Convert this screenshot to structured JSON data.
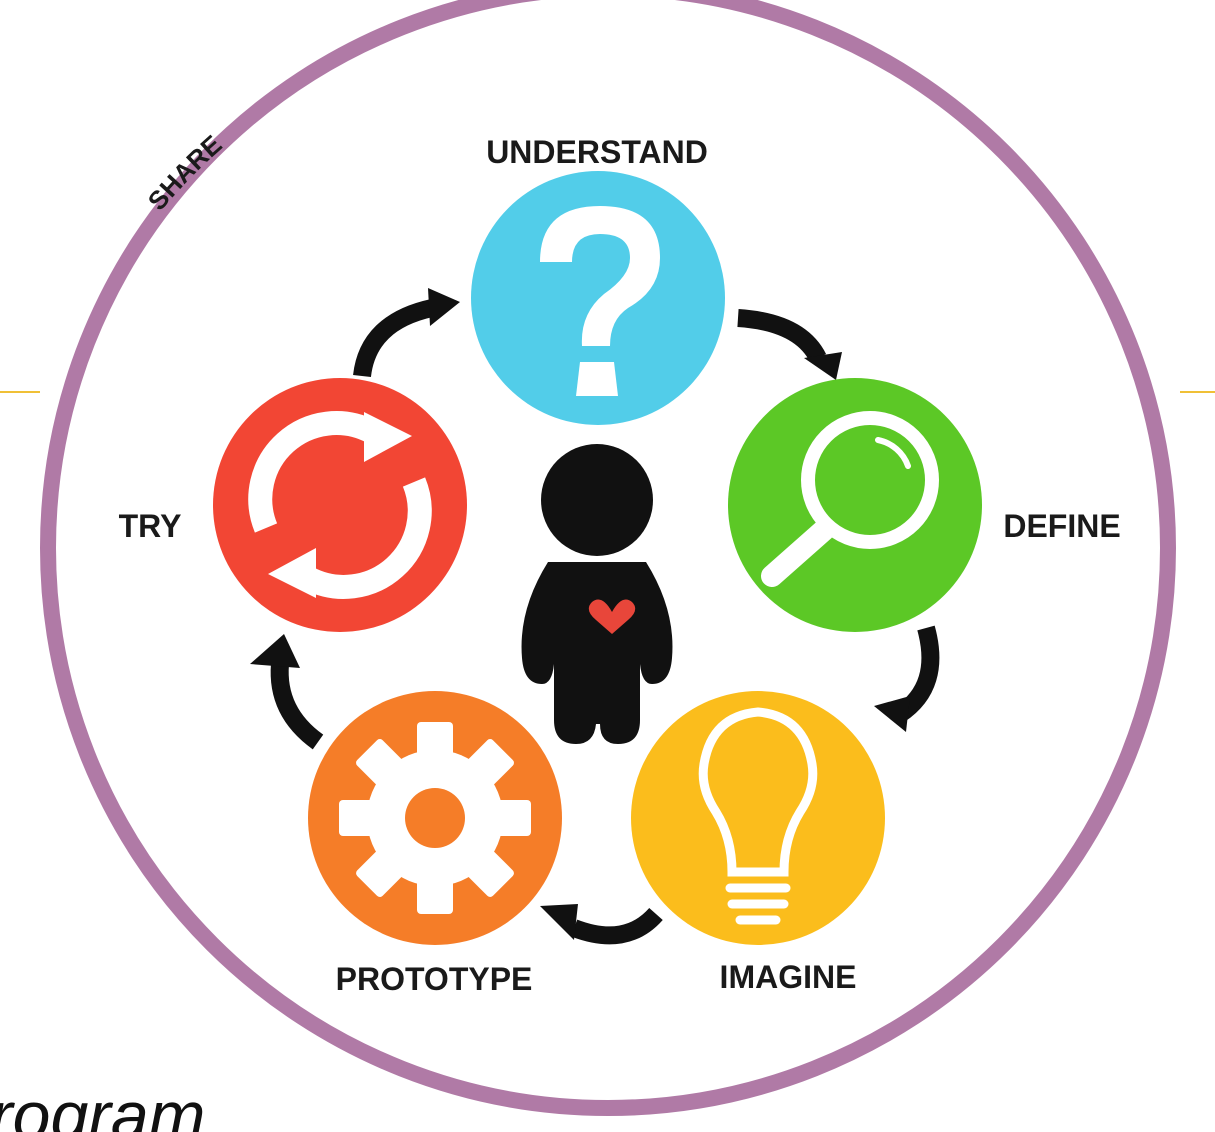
{
  "diagram": {
    "outer_ring": {
      "label": "SHARE",
      "color": "#b07aa6"
    },
    "center_icon": "person-with-heart-icon",
    "stages": [
      {
        "id": "understand",
        "label": "UNDERSTAND",
        "icon": "question-mark-icon",
        "color": "#52cde9"
      },
      {
        "id": "define",
        "label": "DEFINE",
        "icon": "magnifying-glass-icon",
        "color": "#5cc826"
      },
      {
        "id": "imagine",
        "label": "IMAGINE",
        "icon": "lightbulb-icon",
        "color": "#fbbd1c"
      },
      {
        "id": "prototype",
        "label": "PROTOTYPE",
        "icon": "gear-icon",
        "color": "#f57d28"
      },
      {
        "id": "try",
        "label": "TRY",
        "icon": "refresh-cycle-icon",
        "color": "#f24634"
      }
    ],
    "arrow_color": "#111111",
    "heart_color": "#e8463a"
  },
  "slide": {
    "footer_fragment": "rogram",
    "accent_line_color": "#f0c036"
  }
}
